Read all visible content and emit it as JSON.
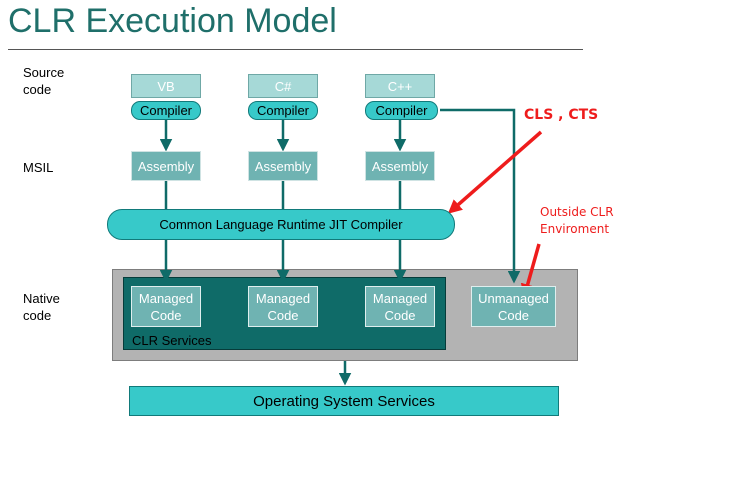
{
  "title": "CLR Execution Model",
  "row_labels": {
    "source": "Source\ncode",
    "msil": "MSIL",
    "native": "Native\ncode"
  },
  "sources": [
    {
      "language": "VB",
      "compiler": "Compiler",
      "assembly": "Assembly",
      "managed": "Managed\nCode"
    },
    {
      "language": "C#",
      "compiler": "Compiler",
      "assembly": "Assembly",
      "managed": "Managed\nCode"
    },
    {
      "language": "C++",
      "compiler": "Compiler",
      "assembly": "Assembly",
      "managed": "Managed\nCode"
    }
  ],
  "jit_compiler": "Common Language Runtime JIT Compiler",
  "clr_services": "CLR Services",
  "unmanaged_code": "Unmanaged\nCode",
  "os_services": "Operating System Services",
  "annotations": {
    "cls_cts": "CLS , CTS",
    "outside_clr": "Outside CLR\nEnviroment"
  },
  "colors": {
    "title": "#1f6f6a",
    "pill": "#37c9c9",
    "box": "#6fb3b2",
    "clr_services_bg": "#0f6b68",
    "native_bg": "#b3b3b3",
    "arrow": "#0f6b68",
    "annotation": "#ee1c1c"
  }
}
